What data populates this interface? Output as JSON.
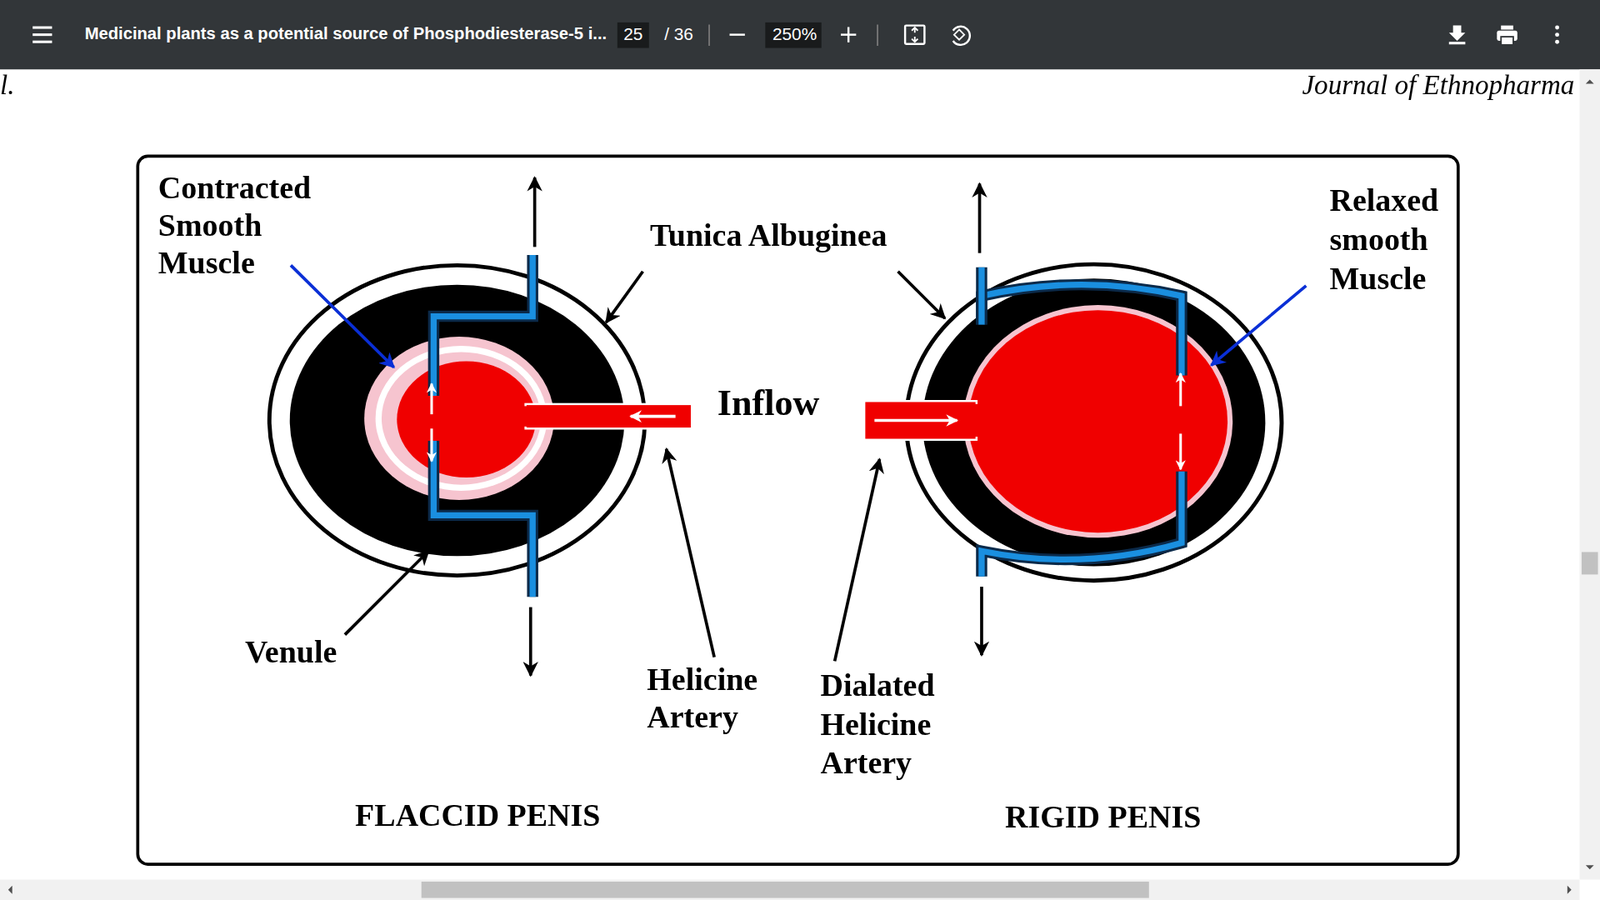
{
  "diagram": {
    "labels": [
      "Medicinal plants as a potential source of Phosphodiesterase-5 i...",
      "25",
      "/ 36",
      "250%",
      "l.",
      "Journal of Ethnopharma",
      "Contracted Smooth Muscle",
      "Tunica Albuginea",
      "Relaxed smooth Muscle",
      "Inflow",
      "Venule",
      "Helicine Artery",
      "Dialated Helicine Artery",
      "FLACCID PENIS",
      "RIGID PENIS"
    ]
  }
}
